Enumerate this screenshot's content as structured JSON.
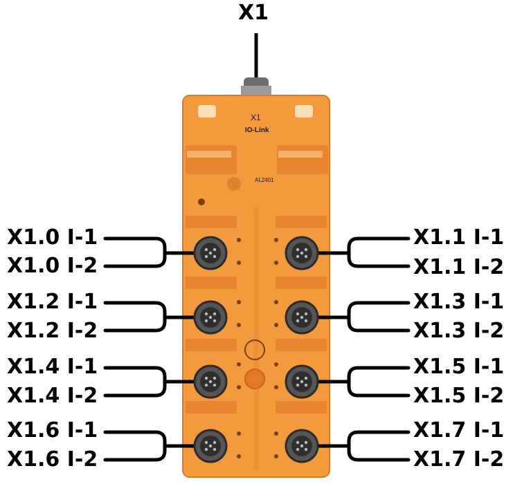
{
  "top_connector": {
    "label": "X1"
  },
  "device": {
    "port_label": "X1",
    "brand": "IO-Link",
    "model": "AL2401"
  },
  "ports_left": [
    {
      "a": "X1.0 I-1",
      "b": "X1.0 I-2"
    },
    {
      "a": "X1.2 I-1",
      "b": "X1.2 I-2"
    },
    {
      "a": "X1.4 I-1",
      "b": "X1.4 I-2"
    },
    {
      "a": "X1.6 I-1",
      "b": "X1.6 I-2"
    }
  ],
  "ports_right": [
    {
      "a": "X1.1 I-1",
      "b": "X1.1 I-2"
    },
    {
      "a": "X1.3 I-1",
      "b": "X1.3 I-2"
    },
    {
      "a": "X1.5 I-1",
      "b": "X1.5 I-2"
    },
    {
      "a": "X1.7 I-1",
      "b": "X1.7 I-2"
    }
  ],
  "colors": {
    "housing": "#f39a3c",
    "housing_dark": "#e0822a",
    "line": "#000000",
    "connector": "#3a3a3a"
  }
}
